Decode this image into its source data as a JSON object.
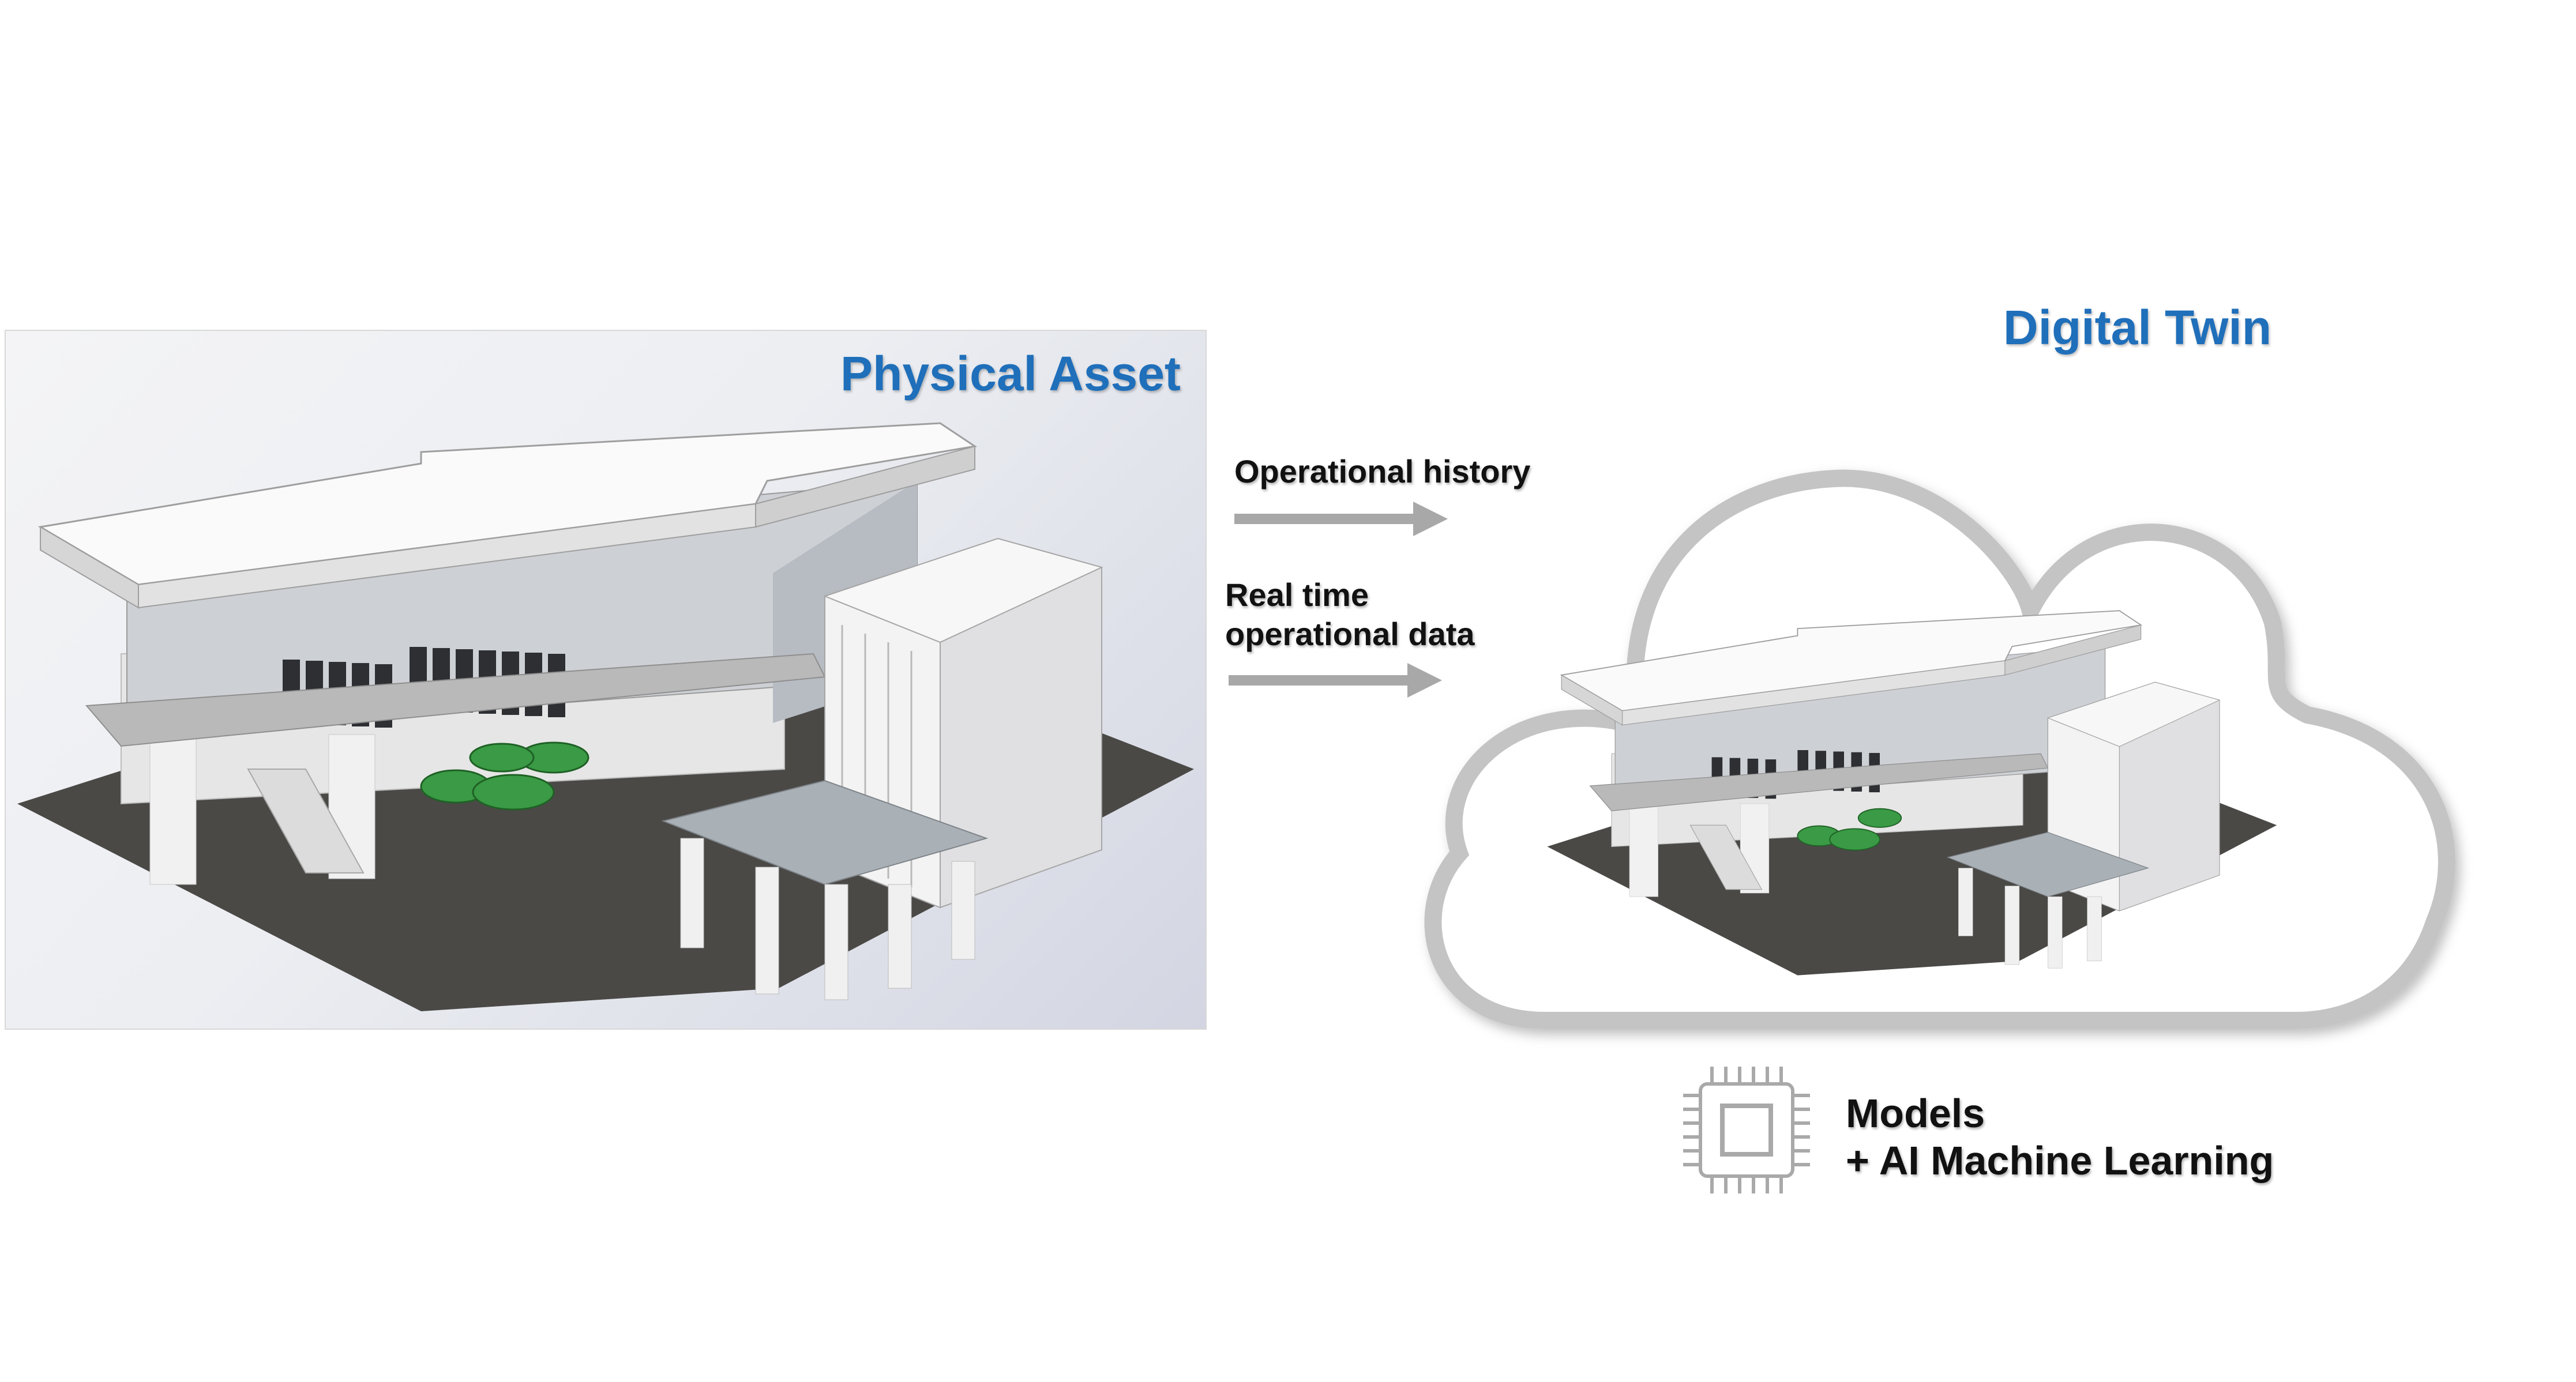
{
  "physical": {
    "title": "Physical Asset"
  },
  "twin": {
    "title": "Digital Twin"
  },
  "flows": [
    {
      "label": "Operational history"
    },
    {
      "label_line1": "Real time",
      "label_line2": "operational data"
    }
  ],
  "ml": {
    "line1": "Models",
    "line2": "+ AI  Machine Learning"
  },
  "colors": {
    "title_blue": "#1f6fba",
    "arrow_gray": "#a8a8a8",
    "cloud_gray": "#c4c4c4"
  }
}
